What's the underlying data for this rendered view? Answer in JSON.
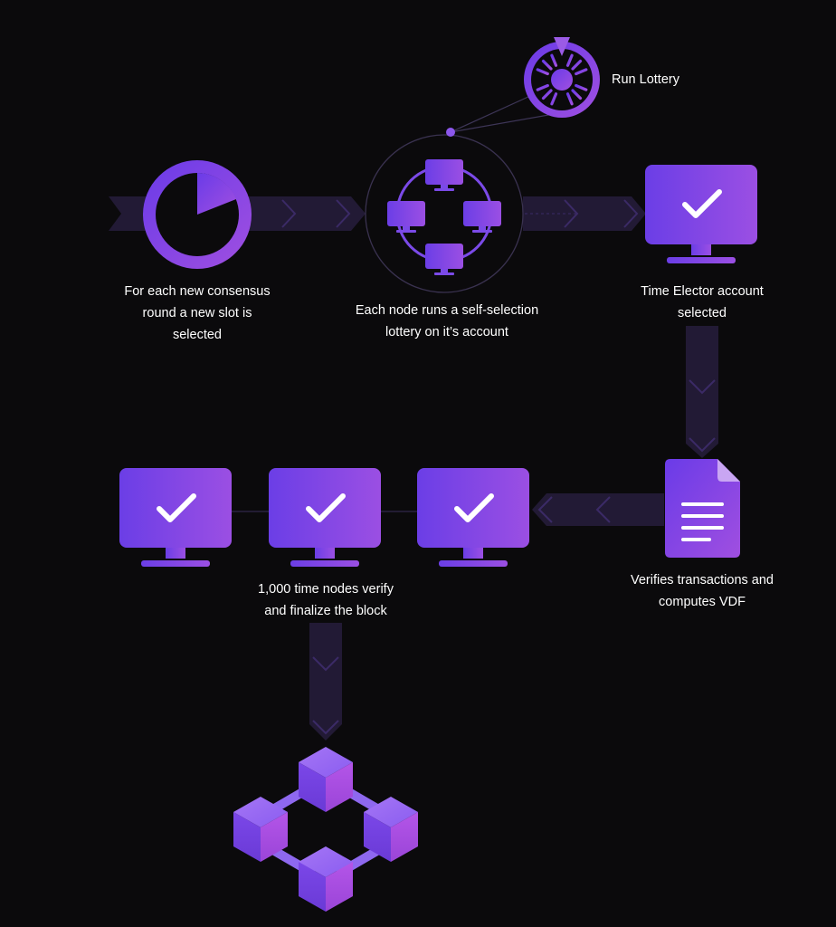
{
  "run_lottery": {
    "label": "Run Lottery"
  },
  "steps": {
    "slot": [
      "For each new consensus",
      "round a new slot is",
      "selected"
    ],
    "lottery": [
      "Each node runs a self-selection",
      "lottery on it’s account"
    ],
    "elector": [
      "Time Elector account",
      "selected"
    ],
    "verify": [
      "Verifies transactions and",
      "computes VDF"
    ],
    "finalize": [
      "1,000 time nodes verify",
      "and finalize the block"
    ]
  },
  "colors": {
    "background": "#0b0a0c",
    "purple_light": "#9550e6",
    "purple_dark": "#6a3be8",
    "arrow_band": "#221a35",
    "arrow_chevron": "#3b2a66",
    "text": "#ffffff"
  },
  "icons": [
    "clock-icon",
    "network-icon",
    "monitor-check-icon",
    "document-icon",
    "blockchain-icon",
    "sun-wheel-icon"
  ]
}
